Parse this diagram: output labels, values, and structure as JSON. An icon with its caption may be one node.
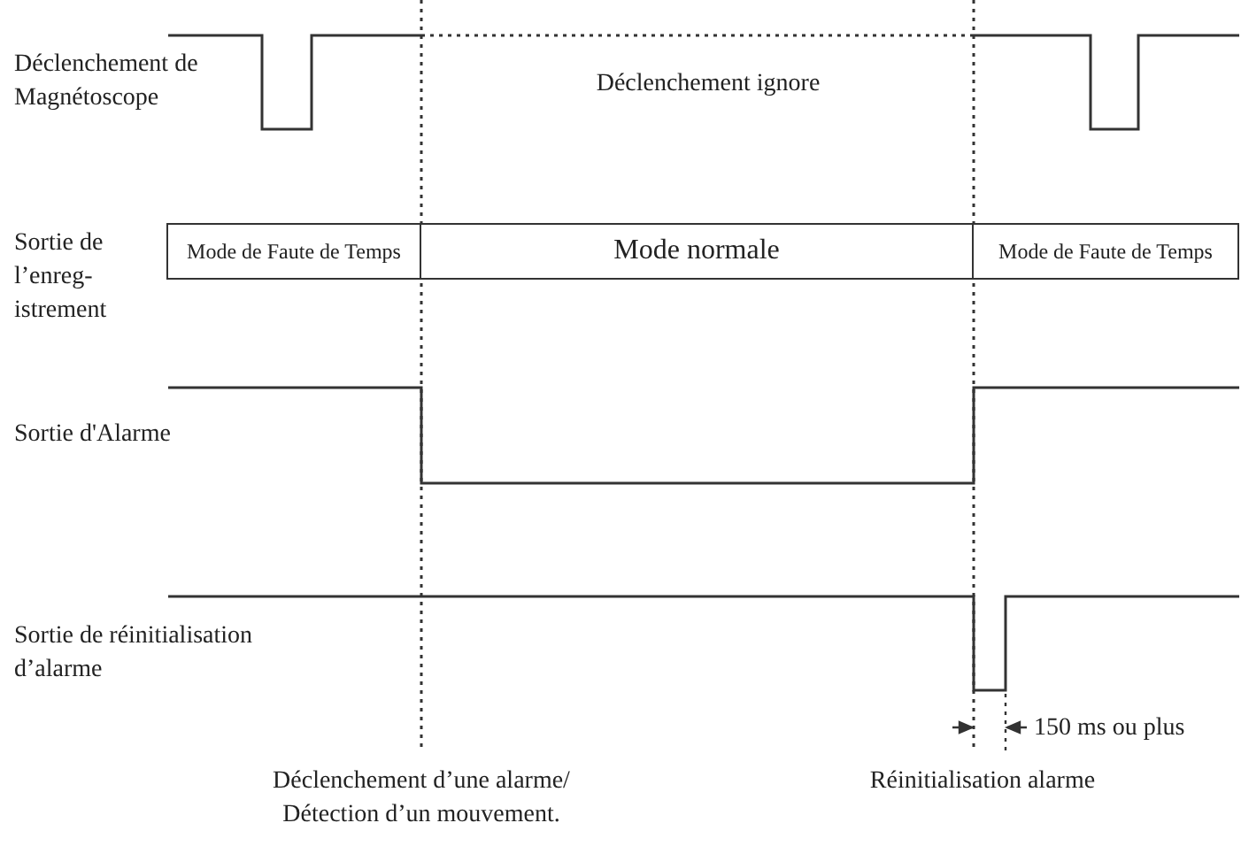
{
  "diagram": {
    "nodes": [
      {
        "text": [
          "Mode de Faute de Temps"
        ]
      },
      {
        "text": [
          "Mode normale"
        ]
      },
      {
        "text": [
          "Mode de Faute de Temps"
        ]
      }
    ],
    "edges": [],
    "labels": [
      "Déclenchement de Magnétoscope",
      "Déclenchement ignore",
      "Sortie de l’enreg-istrement",
      "Sortie d'Alarme",
      "Sortie de réinitialisation d’alarme",
      "150 ms ou plus",
      "Déclenchement d’une alarme/ Détection d’un mouvement.",
      "Réinitialisation alarme"
    ]
  }
}
